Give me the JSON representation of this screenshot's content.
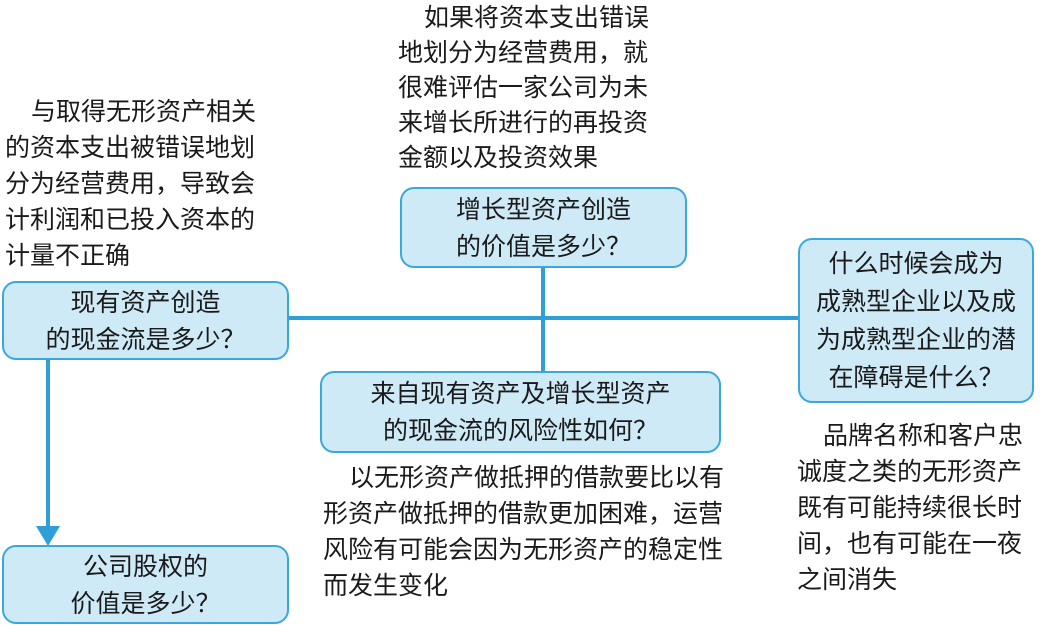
{
  "boxes": {
    "existing": [
      "现有资产创造",
      "的现金流是多少？"
    ],
    "growth": [
      "增长型资产创造",
      "的价值是多少？"
    ],
    "mature": [
      "什么时候会成为",
      "成熟型企业以及成",
      "为成熟型企业的潜",
      "在障碍是什么？"
    ],
    "risk": [
      "来自现有资产及增长型资产",
      "的现金流的风险性如何？"
    ],
    "equity": [
      "公司股权的",
      "价值是多少？"
    ]
  },
  "notes": {
    "top_left": [
      "与取得无形资产相关",
      "的资本支出被错误地划",
      "分为经营费用，导致会",
      "计利润和已投入资本的",
      "计量不正确"
    ],
    "top_center": [
      "如果将资本支出错误",
      "地划分为经营费用，就",
      "很难评估一家公司为未",
      "来增长所进行的再投资",
      "金额以及投资效果"
    ],
    "bottom_center": [
      "以无形资产做抵押的借款要比以有",
      "形资产做抵押的借款更加困难，运营",
      "风险有可能会因为无形资产的稳定性",
      "而发生变化"
    ],
    "right": [
      "品牌名称和客户忠",
      "诚度之类的无形资产",
      "既有可能持续很长时",
      "间，也有可能在一夜",
      "之间消失"
    ]
  },
  "colors": {
    "fill": "#cfeaf7",
    "border": "#3aa8dc"
  }
}
